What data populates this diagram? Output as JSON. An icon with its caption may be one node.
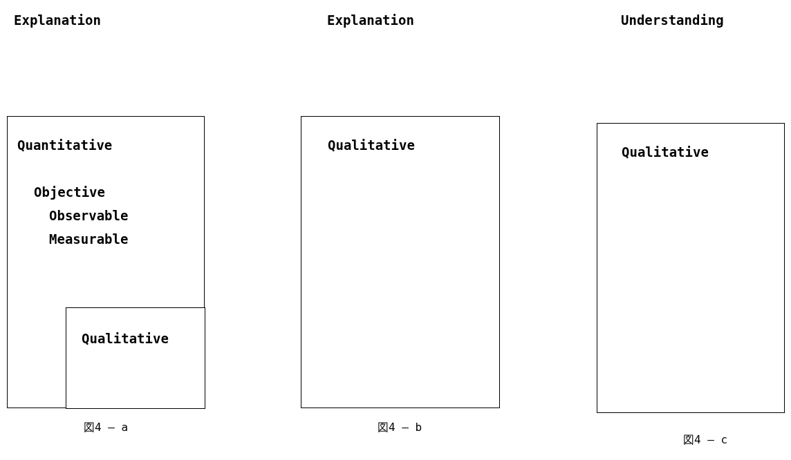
{
  "diagram": {
    "nodes": [
      {
        "text": [
          "Quantitative",
          "Objective",
          "Observable",
          "Measurable"
        ],
        "beside": [
          "図4 — a"
        ]
      },
      {
        "text": [
          "Qualitative"
        ],
        "in": 0
      },
      {
        "text": [
          "Qualitative"
        ],
        "beside": [
          "図4 — b"
        ]
      },
      {
        "text": [
          "Qualitative"
        ],
        "beside": [
          "図4 — c"
        ]
      }
    ],
    "labels": [
      "Explanation",
      "Explanation",
      "Understanding"
    ]
  }
}
